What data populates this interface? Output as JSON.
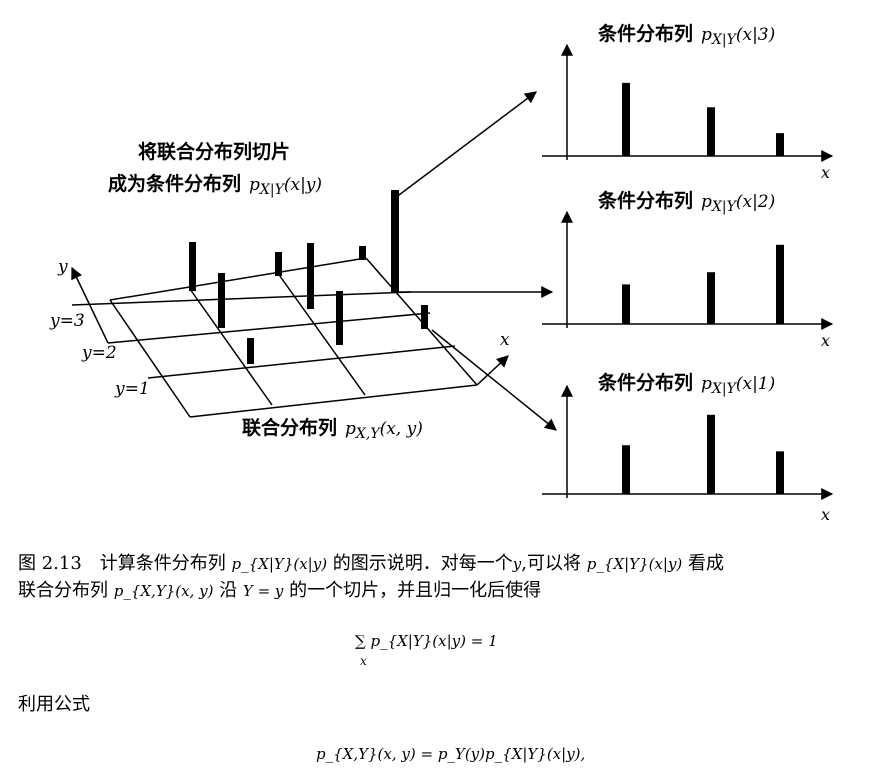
{
  "figure": {
    "left_label_line1": "将联合分布列切片",
    "left_label_line2": "成为条件分布列",
    "left_label_math": "p",
    "left_label_sub": "X|Y",
    "left_label_arg": "(x|y)",
    "bottom_label": "联合分布列",
    "bottom_label_math": "p",
    "bottom_label_sub": "X,Y",
    "bottom_label_arg": "(x, y)",
    "axis_x": "x",
    "axis_y": "y",
    "row_labels": [
      "y=3",
      "y=2",
      "y=1"
    ],
    "panel_title": "条件分布列",
    "panel_math": "p",
    "panel_sub": "X|Y",
    "panel_args": [
      "(x|3)",
      "(x|2)",
      "(x|1)"
    ],
    "panel_axis": "x"
  },
  "chart_data": [
    {
      "type": "bar",
      "title": "条件分布列 p_{X|Y}(x|3)",
      "values": [
        0.48,
        0.32,
        0.15
      ]
    },
    {
      "type": "bar",
      "title": "条件分布列 p_{X|Y}(x|2)",
      "values": [
        0.26,
        0.34,
        0.52
      ]
    },
    {
      "type": "bar",
      "title": "条件分布列 p_{X|Y}(x|1)",
      "values": [
        0.32,
        0.52,
        0.28
      ]
    }
  ],
  "caption": {
    "line1_a": "图 2.13　计算条件分布列",
    "line1_math1": "p_{X|Y}(x|y)",
    "line1_b": "的图示说明．对每一个",
    "line1_y": "y",
    "line1_c": ",可以将",
    "line1_math2": "p_{X|Y}(x|y)",
    "line1_d": "看成",
    "line2_a": "联合分布列",
    "line2_math1": "p_{X,Y}(x, y)",
    "line2_b": "沿",
    "line2_math2": "Y = y",
    "line2_c": "的一个切片，并且归一化后使得"
  },
  "equation1": "∑ p_{X|Y}(x|y) = 1",
  "equation1_sub": "x",
  "text_formula": "利用公式",
  "equation2": "p_{X,Y}(x, y) = p_Y(y)p_{X|Y}(x|y),"
}
